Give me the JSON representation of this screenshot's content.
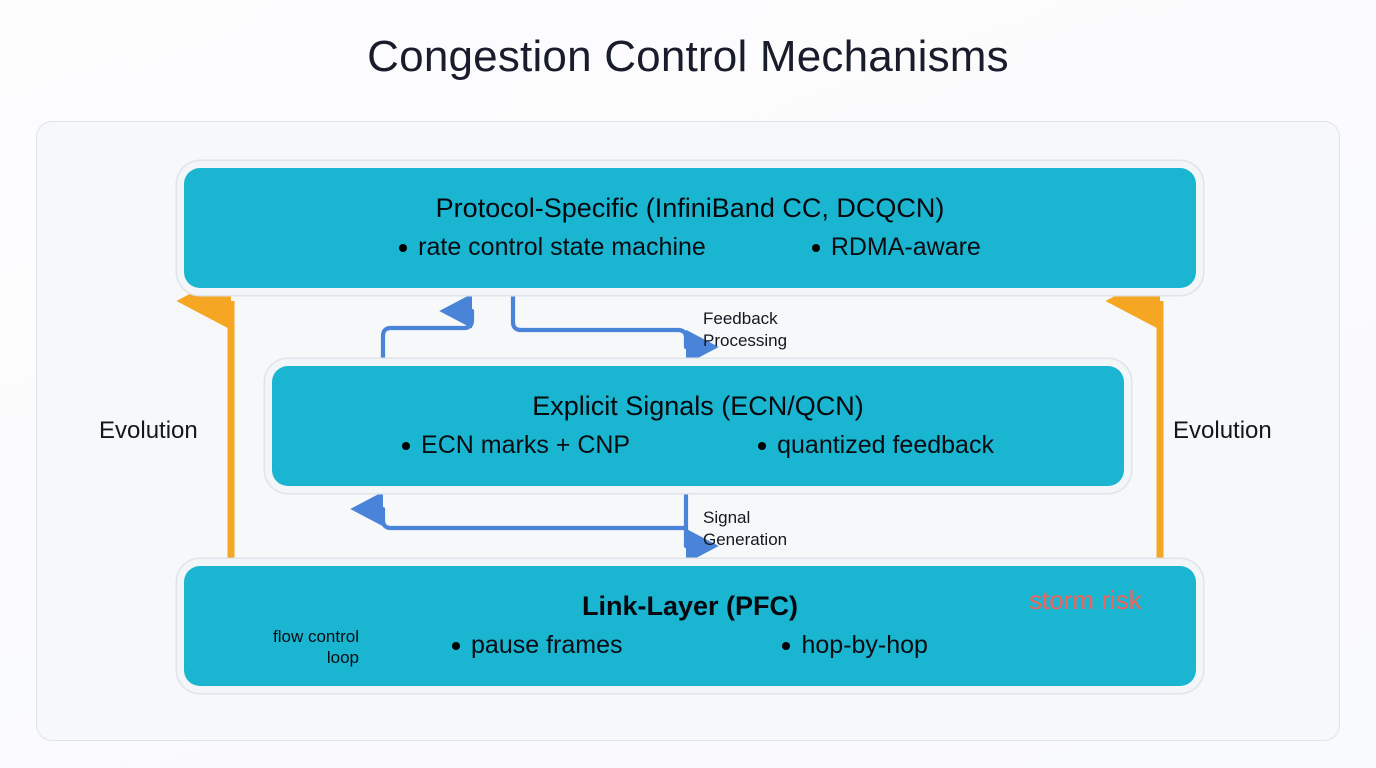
{
  "page": {
    "title": "Congestion Control Mechanisms",
    "background": "#ffffff",
    "panel_bg": "#f6f8fa",
    "panel_border": "#dfe3ea"
  },
  "colors": {
    "layer_fill": "#1ab5d1",
    "evolution_arrow": "#f5a623",
    "flow_arrow": "#4c6ef5",
    "edge_arrow": "#4a84d8",
    "warning": "#f2645a",
    "storm_text": "#f2645a",
    "title_text": "#181c2b"
  },
  "layers": [
    {
      "id": "protocol-specific",
      "title": "Protocol-Specific (InfiniBand CC, DCQCN)",
      "bold": false,
      "features": [
        "rate control state machine",
        "RDMA-aware"
      ]
    },
    {
      "id": "explicit-signals",
      "title": "Explicit Signals (ECN/QCN)",
      "bold": false,
      "features": [
        "ECN marks + CNP",
        "quantized feedback"
      ]
    },
    {
      "id": "link-layer",
      "title": "Link-Layer (PFC)",
      "bold": true,
      "features": [
        "pause frames",
        "hop-by-hop"
      ]
    }
  ],
  "edges": [
    {
      "id": "feedback-processing",
      "label_line1": "Feedback",
      "label_line2": "Processing"
    },
    {
      "id": "signal-generation",
      "label_line1": "Signal",
      "label_line2": "Generation"
    }
  ],
  "evolution": {
    "left_label": "Evolution",
    "right_label": "Evolution"
  },
  "annotations": {
    "flow_control_line1": "flow control",
    "flow_control_line2": "loop",
    "storm_risk": "storm risk"
  },
  "icons": {
    "warning": "warning-triangle-icon",
    "loop": "circular-arrow-icon"
  }
}
